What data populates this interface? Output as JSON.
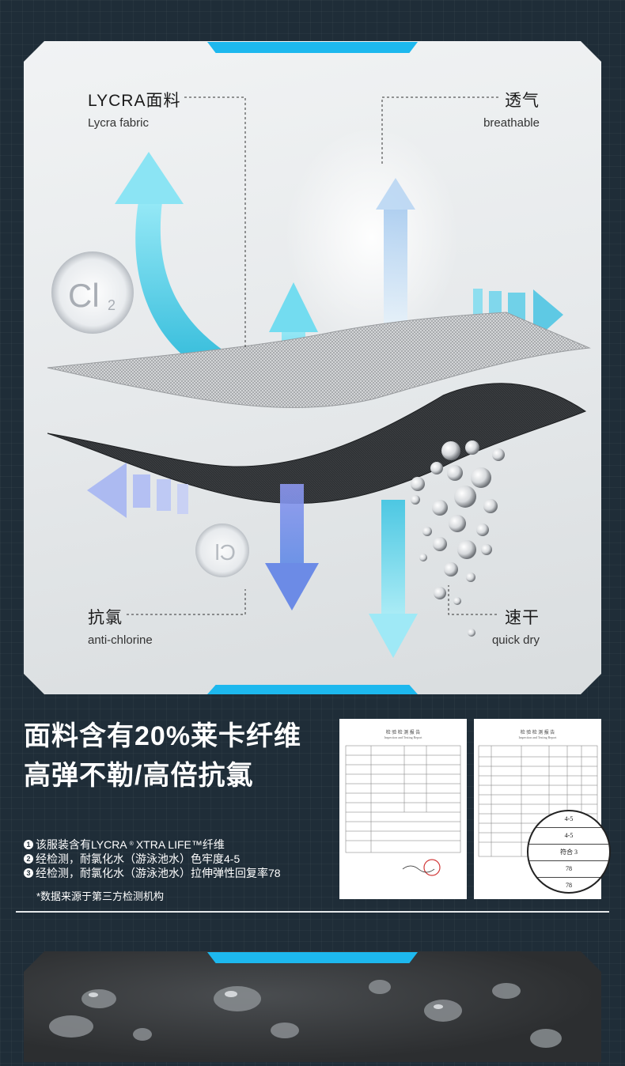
{
  "labels": {
    "top_left": {
      "cn": "LYCRA面料",
      "en": "Lycra fabric"
    },
    "top_right": {
      "cn": "透气",
      "en": "breathable"
    },
    "bottom_left": {
      "cn": "抗氯",
      "en": "anti-chlorine"
    },
    "bottom_right": {
      "cn": "速干",
      "en": "quick dry"
    }
  },
  "chem": {
    "formula_main": "Cl",
    "formula_sub": "2"
  },
  "headline": {
    "line1": "面料含有20%莱卡纤维",
    "line2": "高弹不勒/高倍抗氯"
  },
  "facts": [
    {
      "num": "1",
      "prefix": "该服装含有LYCRA",
      "sup": "®",
      "suffix": "XTRA LIFE™纤维"
    },
    {
      "num": "2",
      "text": "经检测，耐氯化水（游泳池水）色牢度4-5"
    },
    {
      "num": "3",
      "text": "经检测，耐氯化水（游泳池水）拉伸弹性回复率78"
    }
  ],
  "note": "*数据来源于第三方检测机构",
  "reports": {
    "title": "检 验 检 测 报 告",
    "subtitle": "Inspection and Testing Report",
    "magnified_values": [
      "4-5",
      "4-5",
      "符合 3",
      "78",
      "78"
    ]
  },
  "colors": {
    "background": "#1f2d38",
    "accent": "#1db8ee",
    "panel": "#e6e9eb"
  }
}
